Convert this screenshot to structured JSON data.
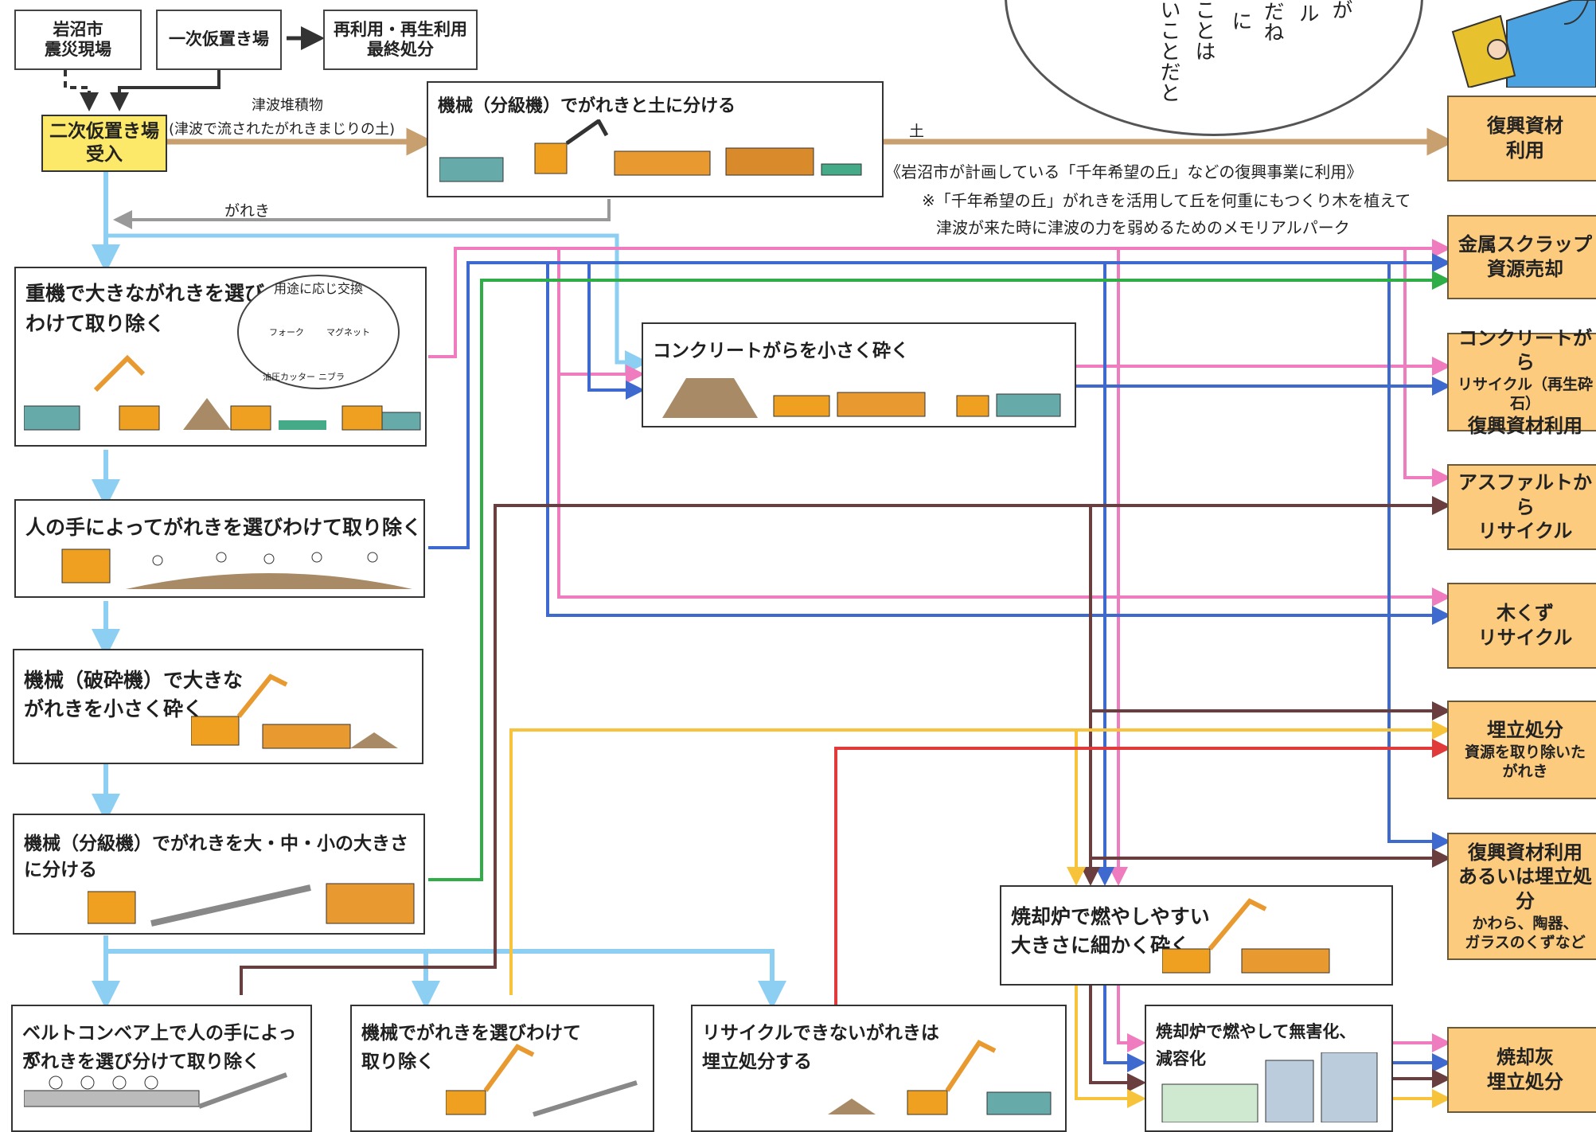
{
  "colors": {
    "sky": "#8ccff2",
    "brown": "#c8a070",
    "pink": "#f07cc0",
    "blue": "#3e6ad0",
    "green": "#2fae48",
    "maroon": "#6a3e3e",
    "yellow": "#f7c33a",
    "red": "#e03a3a",
    "gray": "#999999",
    "outbox": "#fccb7e",
    "receive": "#fce96a"
  },
  "top": {
    "site": [
      "岩沼市",
      "震災現場"
    ],
    "primary": "一次仮置き場",
    "reuse": [
      "再利用・再生利用",
      "最終処分"
    ]
  },
  "receive": [
    "二次仮置き場",
    "受入"
  ],
  "labels": {
    "tsunami_sediment": "津波堆積物",
    "tsunami_paren": "(津波で流されたがれきまじりの土)",
    "gareki": "がれき",
    "tsuchi": "土",
    "sen_nen": "《岩沼市が計画している「千年希望の丘」などの復興事業に利用》",
    "note1": "※「千年希望の丘」がれきを活用して丘を何重にもつくり木を植えて",
    "note2": "津波が来た時に津波の力を弱めるためのメモリアルパーク"
  },
  "speech": [
    "が",
    "ル",
    "だね",
    "に",
    "ことは",
    "いことだと"
  ],
  "steps": {
    "classify_soil": "機械（分級機）でがれきと土に分ける",
    "heavy": [
      "重機で大きながれきを選び",
      "わけて取り除く"
    ],
    "bubble_title": "用途に応じ交換",
    "bubble_tools": [
      "フォーク",
      "マグネット",
      "油圧カッター",
      "ニブラ"
    ],
    "concrete": "コンクリートがらを小さく砕く",
    "hand": "人の手によってがれきを選びわけて取り除く",
    "crusher": [
      "機械（破砕機）で大きな",
      "がれきを小さく砕く"
    ],
    "sort_size": "機械（分級機）でがれきを大・中・小の大きさに分ける",
    "incinerate_crush": [
      "焼却炉で燃やしやすい",
      "大きさに細かく砕く"
    ],
    "belt": [
      "ベルトコンベア上で人の手によって",
      "がれきを選び分けて取り除く"
    ],
    "machine_sort": [
      "機械でがれきを選びわけて",
      "取り除く"
    ],
    "landfill_step": [
      "リサイクルできないがれきは",
      "埋立処分する"
    ],
    "burn": [
      "焼却炉で燃やして無害化、",
      "減容化"
    ]
  },
  "outputs": {
    "reconstruction": [
      "復興資材",
      "利用"
    ],
    "metal": [
      "金属スクラップ",
      "資源売却"
    ],
    "concrete": [
      "コンクリートがら",
      "リサイクル（再生砕石）",
      "復興資材利用"
    ],
    "asphalt": [
      "アスファルトから",
      "リサイクル"
    ],
    "wood": [
      "木くず",
      "リサイクル"
    ],
    "landfill": [
      "埋立処分",
      "資源を取り除いた",
      "がれき"
    ],
    "mixed": [
      "復興資材利用",
      "あるいは埋立処分",
      "かわら、陶器、",
      "ガラスのくずなど"
    ],
    "ash": [
      "焼却灰",
      "埋立処分"
    ]
  }
}
